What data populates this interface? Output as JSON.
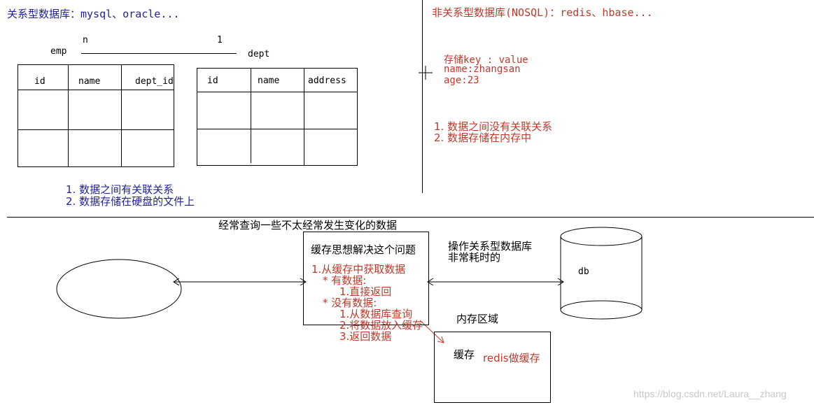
{
  "relational": {
    "title": "关系型数据库：mysql、oracle...",
    "emp_label": "emp",
    "dept_label": "dept",
    "rel_n": "n",
    "rel_1": "1",
    "emp_columns": [
      "id",
      "name",
      "dept_id"
    ],
    "dept_columns": [
      "id",
      "name",
      "address"
    ],
    "notes": [
      "1. 数据之间有关联关系",
      "2. 数据存储在硬盘的文件上"
    ]
  },
  "nosql": {
    "title": "非关系型数据库(NOSQL)：redis、hbase...",
    "kv_lines": [
      "存储key : value",
      "name:zhangsan",
      "age:23"
    ],
    "notes": [
      "1. 数据之间没有关联关系",
      "2. 数据存储在内存中"
    ]
  },
  "cache": {
    "top_caption": "经常查询一些不太经常发生变化的数据",
    "box_title": "缓存思想解决这个问题",
    "steps": [
      "1.从缓存中获取数据",
      "* 有数据:",
      "1.直接返回",
      "* 没有数据:",
      "1.从数据库查询",
      "2.将数据放入缓存",
      "3.返回数据"
    ],
    "db_note_line1": "操作关系型数据库",
    "db_note_line2": "非常耗时的",
    "db_label": "db",
    "memory_area_label": "内存区域",
    "cache_label": "缓存",
    "redis_label": "redis做缓存"
  },
  "watermark": "https://blog.csdn.net/Laura__zhang",
  "colors": {
    "blue_text": "#1f1fa0",
    "red_text": "#c0392b",
    "watermark": "#c8c8c8"
  }
}
